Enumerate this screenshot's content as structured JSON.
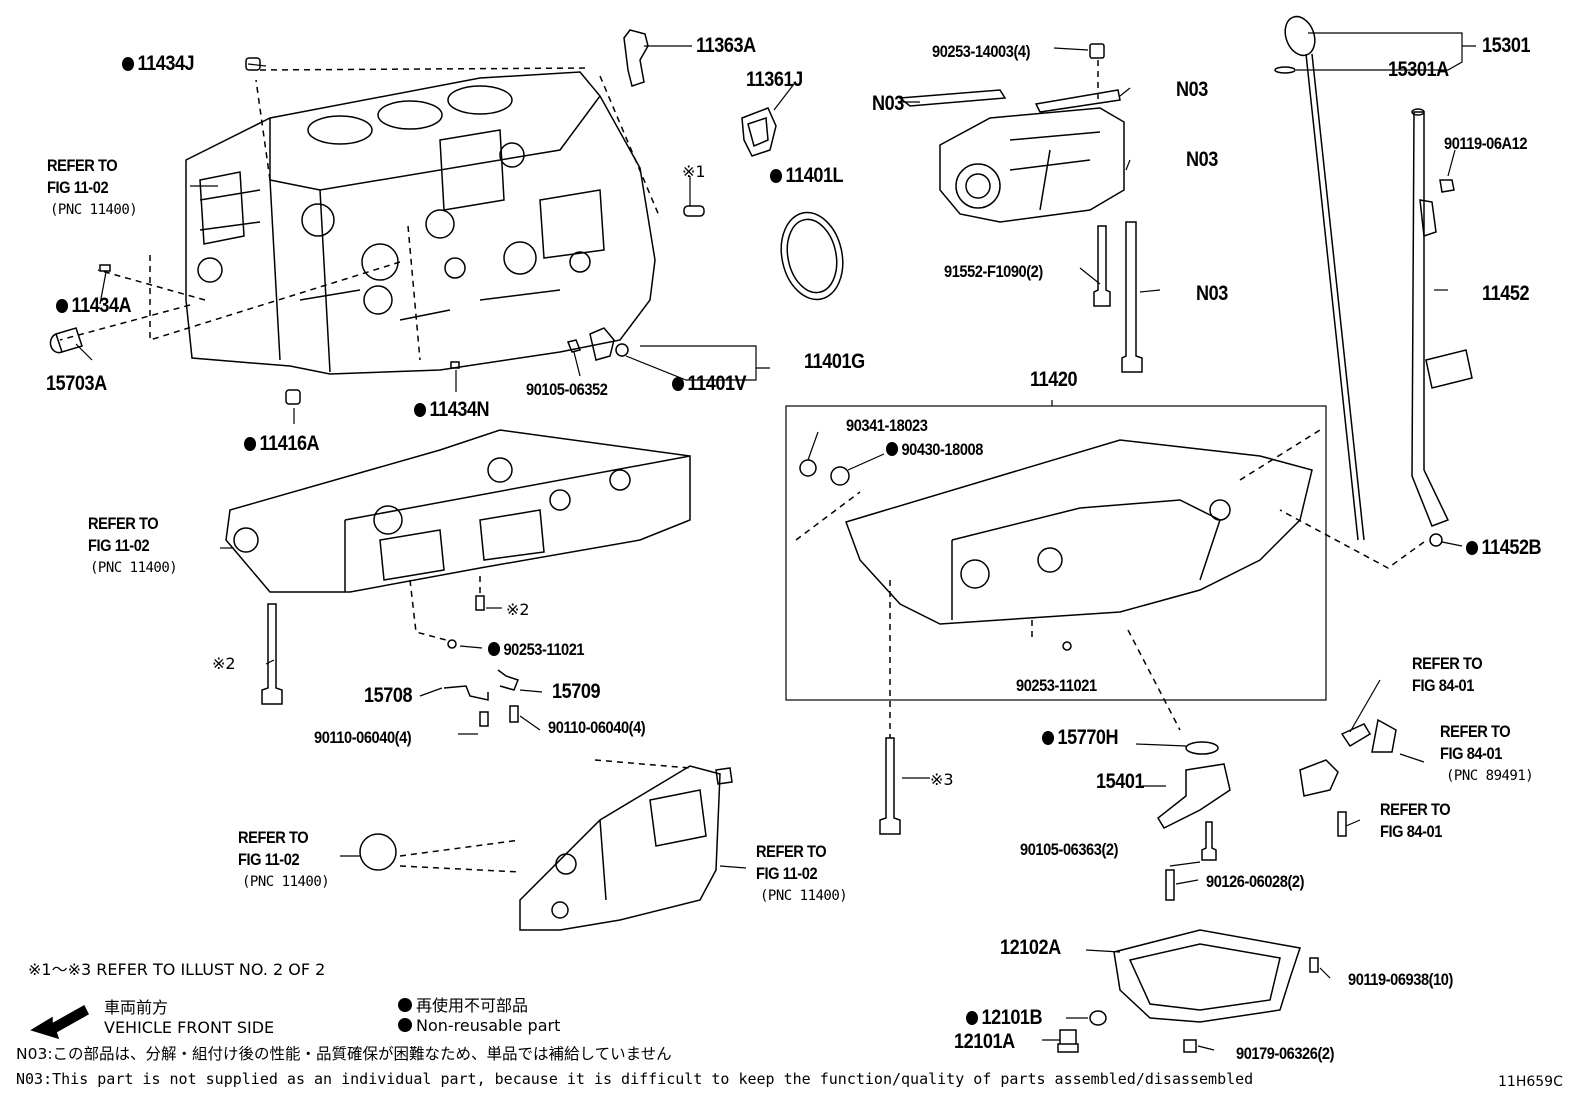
{
  "parts": {
    "p11434J": "11434J",
    "p11363A": "11363A",
    "p11361J": "11361J",
    "p11401L": "11401L",
    "p90253_14003": "90253-14003(4)",
    "n03_a": "N03",
    "n03_b": "N03",
    "n03_c": "N03",
    "n03_d": "N03",
    "p15301": "15301",
    "p15301A": "15301A",
    "p90119_06A12": "90119-06A12",
    "p91552": "91552-F1090(2)",
    "p11452": "11452",
    "p11434A": "11434A",
    "p15703A": "15703A",
    "p11401G": "11401G",
    "p90105_06352": "90105-06352",
    "p11401V": "11401V",
    "p11434N": "11434N",
    "p11416A": "11416A",
    "p11420": "11420",
    "p90341": "90341-18023",
    "p90430": "90430-18008",
    "p11452B": "11452B",
    "p90253_11021a": "90253-11021",
    "p90253_11021b": "90253-11021",
    "note2a": "※2",
    "note2b": "※2",
    "note1": "※1",
    "note3": "※3",
    "p15708": "15708",
    "p15709": "15709",
    "p90110a": "90110-06040(4)",
    "p90110b": "90110-06040(4)",
    "p15770H": "15770H",
    "p15401": "15401",
    "p90105_06363": "90105-06363(2)",
    "p90126": "90126-06028(2)",
    "p12102A": "12102A",
    "p90119_06938": "90119-06938(10)",
    "p12101B": "12101B",
    "p12101A": "12101A",
    "p90179": "90179-06326(2)"
  },
  "refs": {
    "r1_l1": "REFER TO",
    "r1_l2": "FIG 11-02",
    "r1_l3": "(PNC 11400)",
    "r2_l1": "REFER TO",
    "r2_l2": "FIG 11-02",
    "r2_l3": "(PNC 11400)",
    "r3_l1": "REFER TO",
    "r3_l2": "FIG 11-02",
    "r3_l3": "(PNC 11400)",
    "r4_l1": "REFER TO",
    "r4_l2": "FIG 11-02",
    "r4_l3": "(PNC 11400)",
    "r5_l1": "REFER TO",
    "r5_l2": "FIG 84-01",
    "r6_l1": "REFER TO",
    "r6_l2": "FIG 84-01",
    "r6_l3": "(PNC 89491)",
    "r7_l1": "REFER TO",
    "r7_l2": "FIG 84-01"
  },
  "footer": {
    "illust_note": "※1～※3  REFER TO ILLUST NO. 2 OF 2",
    "front_jp": "車両前方",
    "front_en": "VEHICLE FRONT SIDE",
    "nonreuse_jp": "再使用不可部品",
    "nonreuse_en": "Non-reusable part",
    "n03_jp": "N03:この部品は、分解・組付け後の性能・品質確保が困難なため、単品では補給していません",
    "n03_en": "N03:This part is not supplied as an individual part, because it is difficult to keep the function/quality of parts assembled/disassembled",
    "code": "11H659C"
  }
}
